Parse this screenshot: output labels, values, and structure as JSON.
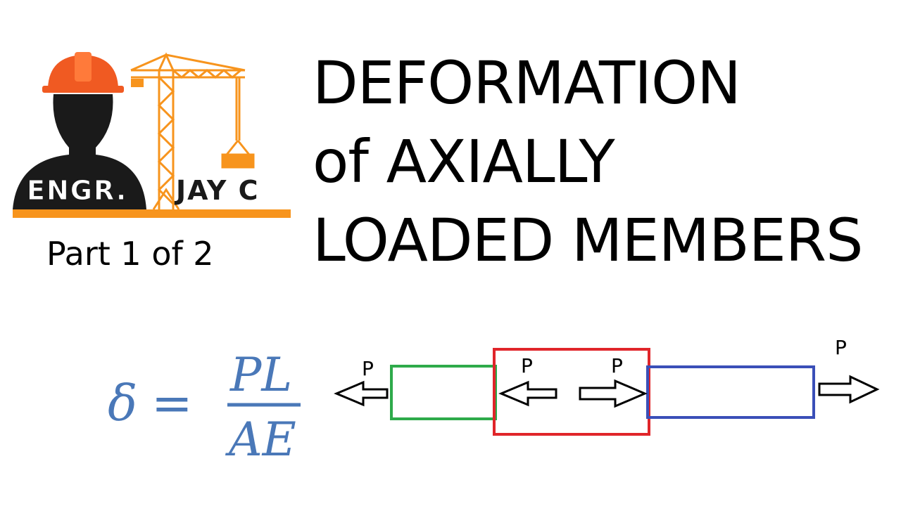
{
  "logo": {
    "name_left": "ENGR.",
    "name_right": "JAY C",
    "accent_color": "#f7941d",
    "silhouette_color": "#1a1a1a"
  },
  "part_label": "Part 1 of 2",
  "title": {
    "line1": "DEFORMATION",
    "line2": "of AXIALLY",
    "line3": "LOADED MEMBERS"
  },
  "formula": {
    "symbol": "δ",
    "equals": "=",
    "numerator": "PL",
    "denominator": "AE",
    "color": "#4a78b8"
  },
  "diagram": {
    "segment_colors": {
      "left": "#2eaa4a",
      "middle": "#e0252a",
      "right": "#3a4fb8"
    },
    "force_labels": [
      "P",
      "P",
      "P",
      "P"
    ],
    "arrow_directions": [
      "left",
      "left",
      "right",
      "right"
    ]
  }
}
